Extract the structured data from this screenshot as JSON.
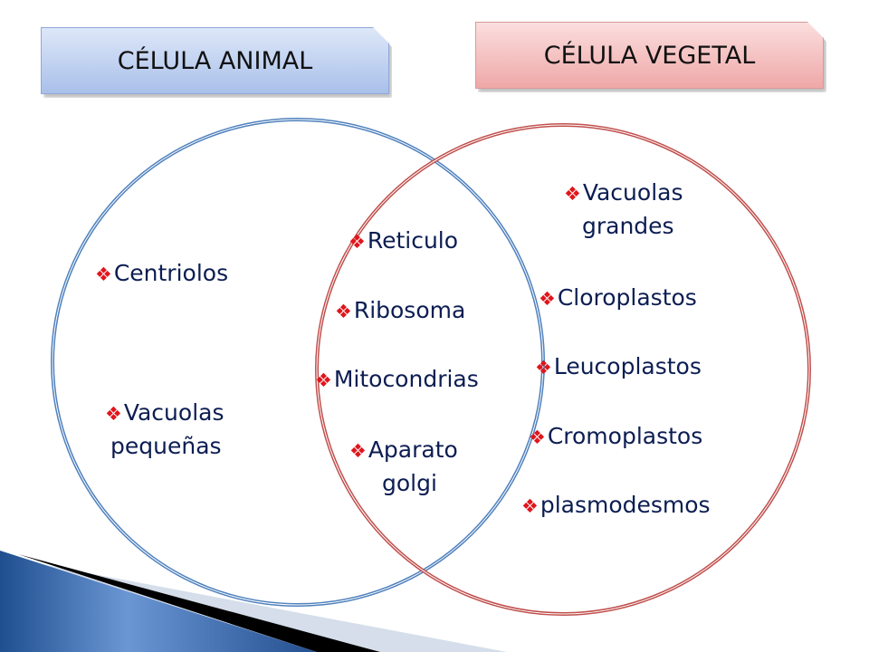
{
  "titles": {
    "animal": "CÉLULA ANIMAL",
    "vegetal": "CÉLULA VEGETAL"
  },
  "animal_only": [
    "Centriolos",
    "Vacuolas",
    "pequeñas"
  ],
  "shared": [
    "Reticulo",
    "Ribosoma",
    "Mitocondrias",
    "Aparato",
    "golgi"
  ],
  "vegetal_only": [
    "Vacuolas",
    "grandes",
    "Cloroplastos",
    "Leucoplastos",
    "Cromoplastos",
    "plasmodesmos"
  ],
  "colors": {
    "animal": "#4f81bd",
    "vegetal": "#c0504d",
    "text": "#0c1d52",
    "bullet": "#e0161c"
  },
  "icons": {
    "bullet": "diamond-cluster-bullet"
  }
}
